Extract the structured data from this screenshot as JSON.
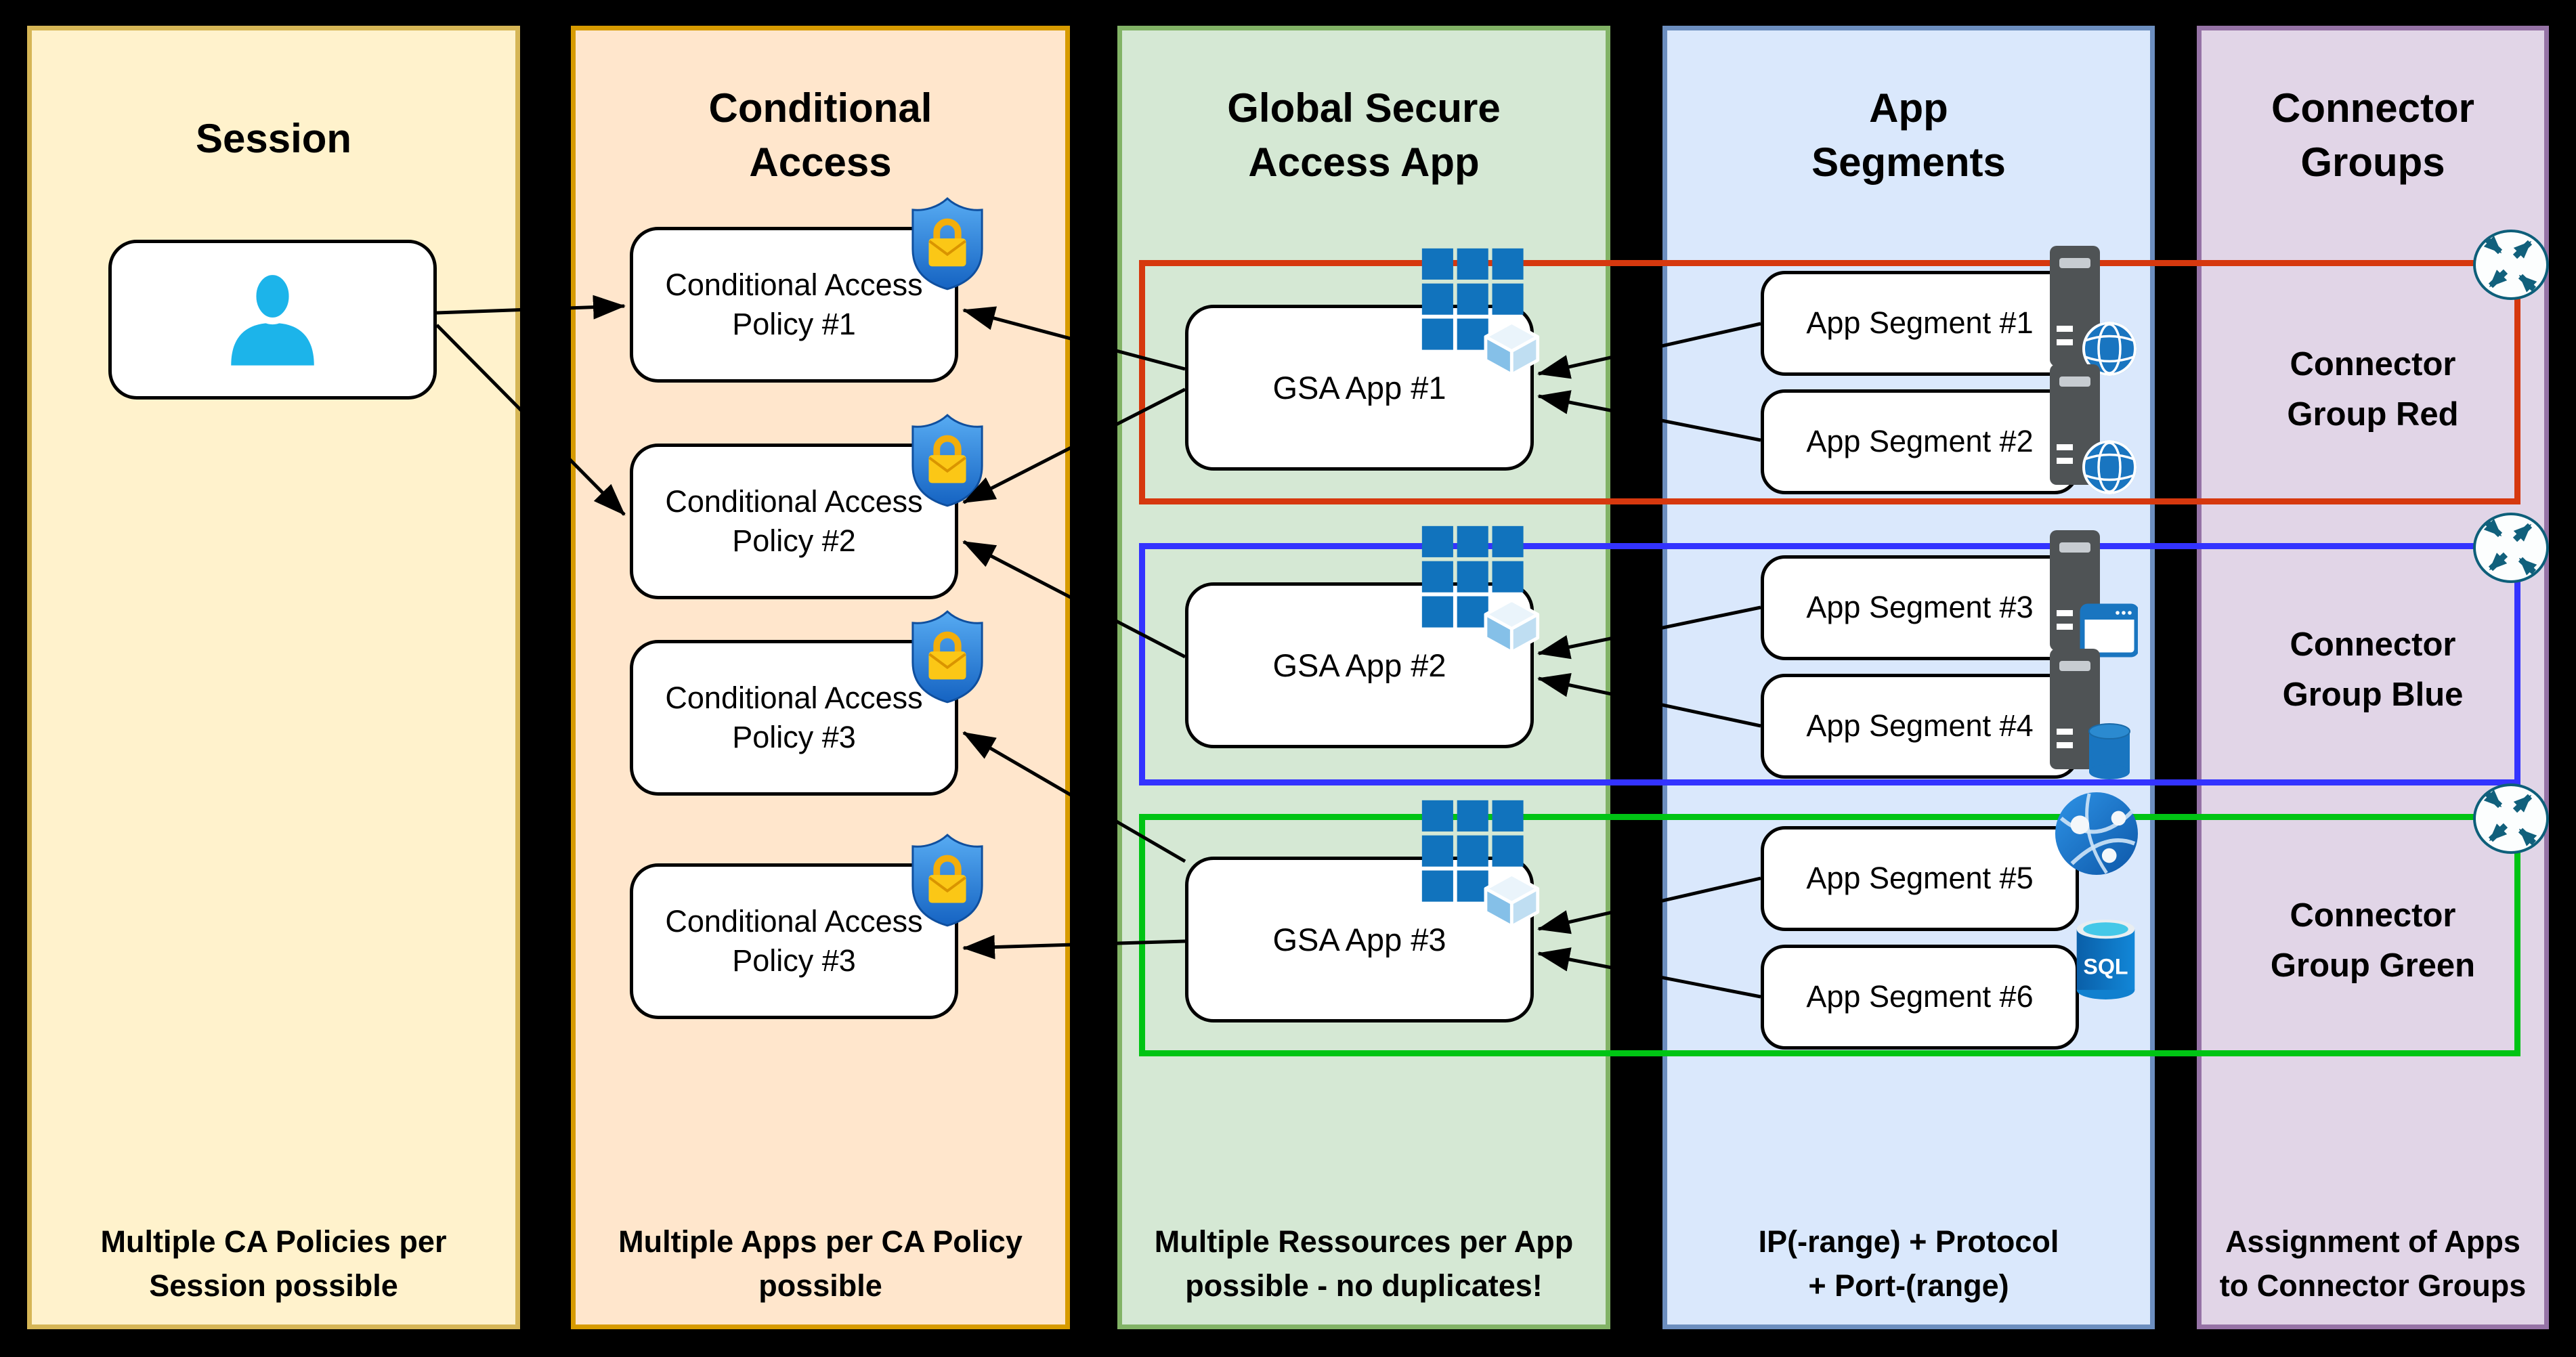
{
  "diagram": {
    "columns": [
      {
        "id": "session",
        "title_lines": [
          "Session"
        ],
        "caption_lines": [
          "Multiple CA Policies per",
          "Session possible"
        ],
        "fill": "#fff2cc",
        "border": "#d6b656"
      },
      {
        "id": "conditional-access",
        "title_lines": [
          "Conditional",
          "Access"
        ],
        "caption_lines": [
          "Multiple Apps per CA Policy",
          "possible"
        ],
        "fill": "#ffe6cc",
        "border": "#d79b00"
      },
      {
        "id": "global-secure-access-app",
        "title_lines": [
          "Global Secure",
          "Access App"
        ],
        "caption_lines": [
          "Multiple Ressources per App",
          "possible - no duplicates!"
        ],
        "fill": "#d5e8d4",
        "border": "#82b366"
      },
      {
        "id": "app-segments",
        "title_lines": [
          "App",
          "Segments"
        ],
        "caption_lines": [
          "IP(-range) + Protocol",
          "+ Port-(range)"
        ],
        "fill": "#dae8fc",
        "border": "#6c8ebf"
      },
      {
        "id": "connector-groups",
        "title_lines": [
          "Connector",
          "Groups"
        ],
        "caption_lines": [
          "Assignment of Apps",
          "to Connector Groups"
        ],
        "fill": "#e1d5e7",
        "border": "#9673a6"
      }
    ],
    "session_user": {
      "icon": "user-icon"
    },
    "ca_policies": [
      {
        "lines": [
          "Conditional Access",
          "Policy #1"
        ],
        "icon": "shield-lock-icon"
      },
      {
        "lines": [
          "Conditional Access",
          "Policy #2"
        ],
        "icon": "shield-lock-icon"
      },
      {
        "lines": [
          "Conditional Access",
          "Policy #3"
        ],
        "icon": "shield-lock-icon"
      },
      {
        "lines": [
          "Conditional Access",
          "Policy #3"
        ],
        "icon": "shield-lock-icon"
      }
    ],
    "gsa_apps": [
      {
        "label": "GSA App #1",
        "icon": "app-grid-cube-icon"
      },
      {
        "label": "GSA App #2",
        "icon": "app-grid-cube-icon"
      },
      {
        "label": "GSA App #3",
        "icon": "app-grid-cube-icon"
      }
    ],
    "app_segments": [
      {
        "label": "App Segment #1",
        "icon": "server-globe-icon"
      },
      {
        "label": "App Segment #2",
        "icon": "server-globe-icon"
      },
      {
        "label": "App Segment #3",
        "icon": "server-window-icon"
      },
      {
        "label": "App Segment #4",
        "icon": "server-database-icon"
      },
      {
        "label": "App Segment #5",
        "icon": "network-globe-icon"
      },
      {
        "label": "App Segment #6",
        "icon": "sql-database-icon"
      }
    ],
    "connector_groups": [
      {
        "label_lines": [
          "Connector",
          "Group Red"
        ],
        "color": "#d6380e",
        "icon": "router-icon"
      },
      {
        "label_lines": [
          "Connector",
          "Group Blue"
        ],
        "color": "#3333ff",
        "icon": "router-icon"
      },
      {
        "label_lines": [
          "Connector",
          "Group Green"
        ],
        "color": "#00c414",
        "icon": "router-icon"
      }
    ],
    "sql_icon_text": "SQL"
  }
}
